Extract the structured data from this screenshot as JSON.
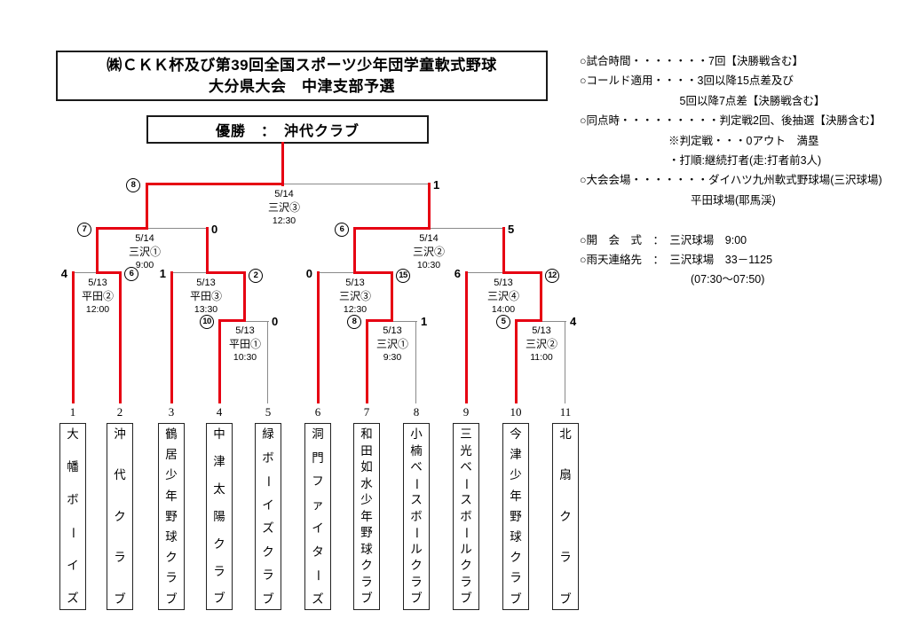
{
  "title": {
    "line1": "㈱ＣＫＫ杯及び第39回全国スポーツ少年団学童軟式野球",
    "line2": "大分県大会　中津支部予選"
  },
  "champion_box": {
    "text": "優勝　：　沖代クラブ"
  },
  "teams": [
    {
      "seed": "1",
      "name": "大幡ボーイズ"
    },
    {
      "seed": "2",
      "name": "沖代クラブ"
    },
    {
      "seed": "3",
      "name": "鶴居少年野球クラブ"
    },
    {
      "seed": "4",
      "name": "中津太陽クラブ"
    },
    {
      "seed": "5",
      "name": "緑ボーイズクラブ"
    },
    {
      "seed": "6",
      "name": "洞門ファイターズ"
    },
    {
      "seed": "7",
      "name": "和田如水少年野球クラブ"
    },
    {
      "seed": "8",
      "name": "小楠ベースボールクラブ"
    },
    {
      "seed": "9",
      "name": "三光ベースボールクラブ"
    },
    {
      "seed": "10",
      "name": "今津少年野球クラブ"
    },
    {
      "seed": "11",
      "name": "北扇クラブ"
    }
  ],
  "matches": [
    {
      "round": "final",
      "date": "5/14",
      "venue": "三沢③",
      "time": "12:30",
      "score_left": "8",
      "score_right": "1",
      "left_winner": true,
      "right_winner": false
    },
    {
      "round": "semifinal-left",
      "date": "5/14",
      "venue": "三沢①",
      "time": "9:00",
      "score_left": "7",
      "score_right": "0",
      "left_winner": true,
      "right_winner": false
    },
    {
      "round": "semifinal-right",
      "date": "5/14",
      "venue": "三沢②",
      "time": "10:30",
      "score_left": "6",
      "score_right": "5",
      "left_winner": true,
      "right_winner": false
    },
    {
      "round": "quarterfinal-1",
      "date": "5/13",
      "venue": "平田②",
      "time": "12:00",
      "score_left": "4",
      "score_right": "6",
      "left_winner": false,
      "right_winner": true
    },
    {
      "round": "quarterfinal-2",
      "date": "5/13",
      "venue": "平田③",
      "time": "13:30",
      "score_left": "1",
      "score_right": "2",
      "left_winner": false,
      "right_winner": true
    },
    {
      "round": "quarterfinal-3",
      "date": "5/13",
      "venue": "三沢③",
      "time": "12:30",
      "score_left": "0",
      "score_right": "15",
      "left_winner": false,
      "right_winner": true
    },
    {
      "round": "quarterfinal-4",
      "date": "5/13",
      "venue": "三沢④",
      "time": "14:00",
      "score_left": "6",
      "score_right": "12",
      "left_winner": false,
      "right_winner": true
    },
    {
      "round": "playin-1",
      "date": "5/13",
      "venue": "平田①",
      "time": "10:30",
      "score_left": "10",
      "score_right": "0",
      "left_winner": true,
      "right_winner": false
    },
    {
      "round": "playin-2",
      "date": "5/13",
      "venue": "三沢①",
      "time": "9:30",
      "score_left": "8",
      "score_right": "1",
      "left_winner": true,
      "right_winner": false
    },
    {
      "round": "playin-3",
      "date": "5/13",
      "venue": "三沢②",
      "time": "11:00",
      "score_left": "5",
      "score_right": "4",
      "left_winner": true,
      "right_winner": false
    }
  ],
  "info_lines": [
    "○試合時間・・・・・・・7回【決勝戦含む】",
    "○コールド適用・・・・3回以降15点差及び",
    "　　　　　　　　　5回以降7点差【決勝戦含む】",
    "○同点時・・・・・・・・・判定戦2回、後抽選【決勝含む】",
    "　　　　　　　　※判定戦・・・0アウト　満塁",
    "　　　　　　　　・打順:継続打者(走:打者前3人)",
    "○大会会場・・・・・・・ダイハツ九州軟式野球場(三沢球場)",
    "　　　　　　　　　　平田球場(耶馬渓)",
    "",
    "○開　会　式　：　三沢球場　9:00",
    "○雨天連絡先　：　三沢球場　33－1125",
    "　　　　　　　　　　(07:30～07:50)"
  ],
  "colors": {
    "winner_path": "#e60012",
    "line_gray": "#8a8a8a"
  }
}
